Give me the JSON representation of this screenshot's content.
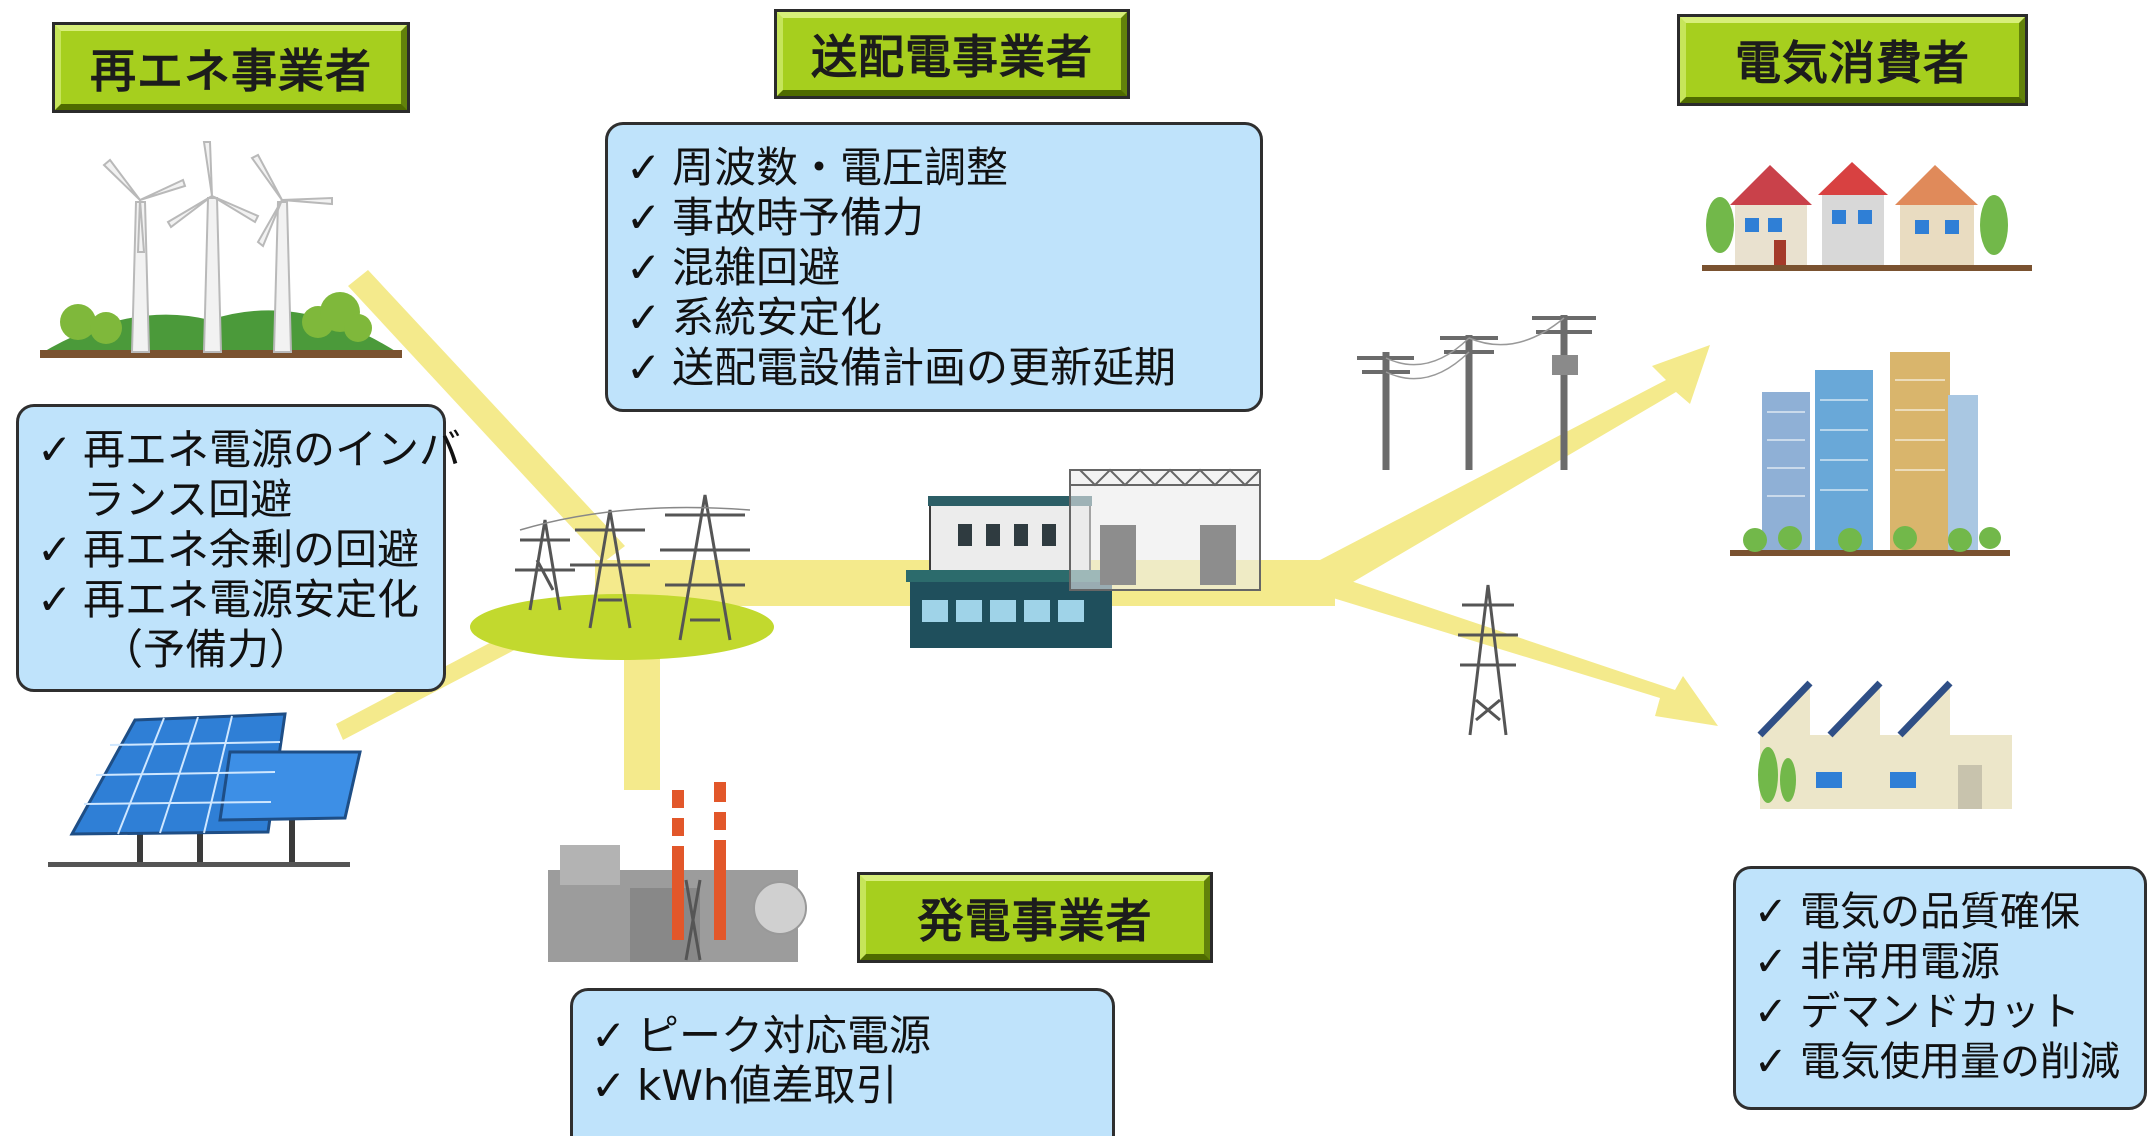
{
  "actors": {
    "renewable": "再エネ事業者",
    "grid": "送配電事業者",
    "consumer": "電気消費者",
    "generator": "発電事業者"
  },
  "checkmark": "✓",
  "renewable_box": {
    "items": [
      "再エネ電源のインバ",
      "ランス回避",
      "再エネ余剰の回避",
      "再エネ電源安定化",
      "（予備力）"
    ]
  },
  "grid_box": {
    "items": [
      "周波数・電圧調整",
      "事故時予備力",
      "混雑回避",
      "系統安定化",
      "送配電設備計画の更新延期"
    ]
  },
  "generator_box": {
    "items": [
      "ピーク対応電源",
      "kWh値差取引"
    ]
  },
  "consumer_box": {
    "items": [
      "電気の品質確保",
      "非常用電源",
      "デマンドカット",
      "電気使用量の削減"
    ]
  },
  "colors": {
    "flow": "#f4ea8c",
    "label_fill": "#a6cf1e",
    "box_fill": "#bfe3fb",
    "substation_pad": "#c2d92e"
  },
  "icons": [
    "wind-turbine-icon",
    "solar-panel-icon",
    "power-pylon-icon",
    "substation-icon",
    "power-plant-icon",
    "utility-pole-icon",
    "house-icon",
    "office-building-icon",
    "factory-icon"
  ]
}
